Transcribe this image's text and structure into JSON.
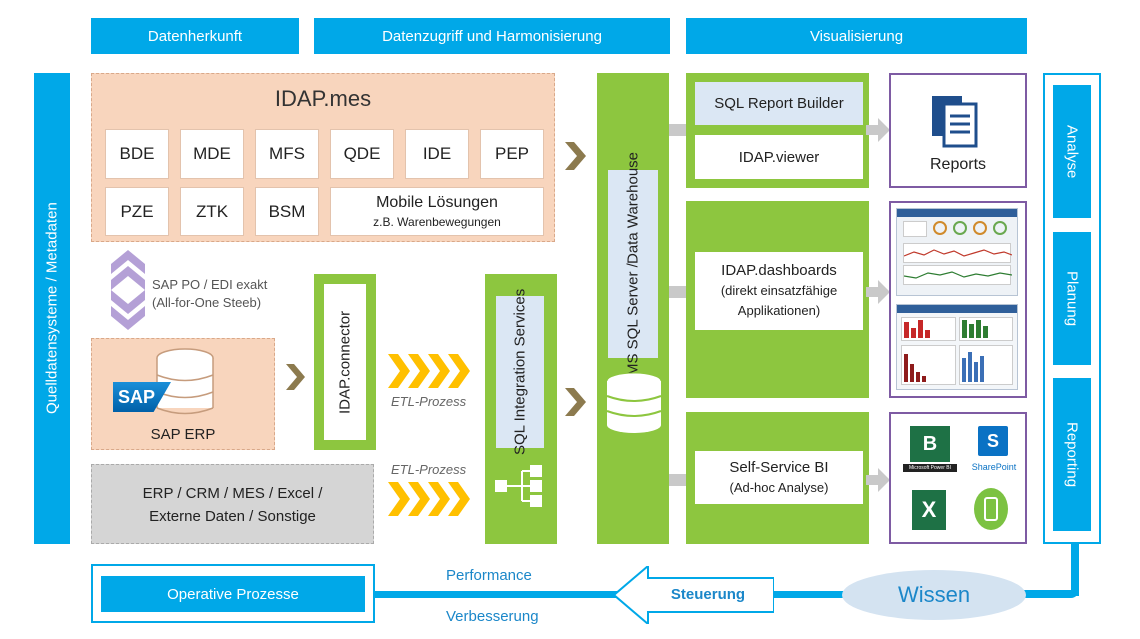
{
  "headers": {
    "datenherkunft": "Datenherkunft",
    "datenzugriff": "Datenzugriff und Harmonisierung",
    "visualisierung": "Visualisierung"
  },
  "left_bar": "Quelldatensysteme / Metadaten",
  "mes": {
    "title": "IDAP.mes",
    "modules": [
      "BDE",
      "MDE",
      "MFS",
      "QDE",
      "IDE",
      "PEP",
      "PZE",
      "ZTK",
      "BSM"
    ],
    "mobile_title": "Mobile Lösungen",
    "mobile_sub": "z.B. Warenbewegungen"
  },
  "sap_po": {
    "line1": "SAP PO / EDI exakt",
    "line2": "(All-for-One Steeb)"
  },
  "sap_erp": {
    "logo": "SAP",
    "label": "SAP ERP"
  },
  "other_sources": {
    "line1": "ERP / CRM / MES / Excel /",
    "line2": "Externe Daten / Sonstige"
  },
  "connector": "IDAP.connector",
  "etl_label_1": "ETL-Prozess",
  "etl_label_2": "ETL-Prozess",
  "ssis": "SQL Integration Services",
  "mssql": {
    "line1": "MS SQL Server /",
    "line2": "Data Warehouse"
  },
  "vis": {
    "report_builder": "SQL Report Builder",
    "viewer": "IDAP.viewer",
    "dashboards_title": "IDAP.dashboards",
    "dashboards_sub1": "(direkt einsatzfähige",
    "dashboards_sub2": "Applikationen)",
    "selfservice_title": "Self-Service BI",
    "selfservice_sub": "(Ad-hoc Analyse)"
  },
  "reports_label": "Reports",
  "tiles": {
    "powerbi": "Microsoft Power BI",
    "sharepoint": "SharePoint"
  },
  "right_labels": [
    "Analyse",
    "Planung",
    "Reporting"
  ],
  "bottom": {
    "operative": "Operative Prozesse",
    "performance": "Performance",
    "verbesserung": "Verbesserung",
    "steuerung": "Steuerung",
    "wissen": "Wissen"
  },
  "colors": {
    "blue": "#00a8e8",
    "green": "#8dc63f",
    "peach": "#f8d5bd",
    "purple": "#7e5ba3",
    "yellow": "#ffc000"
  }
}
